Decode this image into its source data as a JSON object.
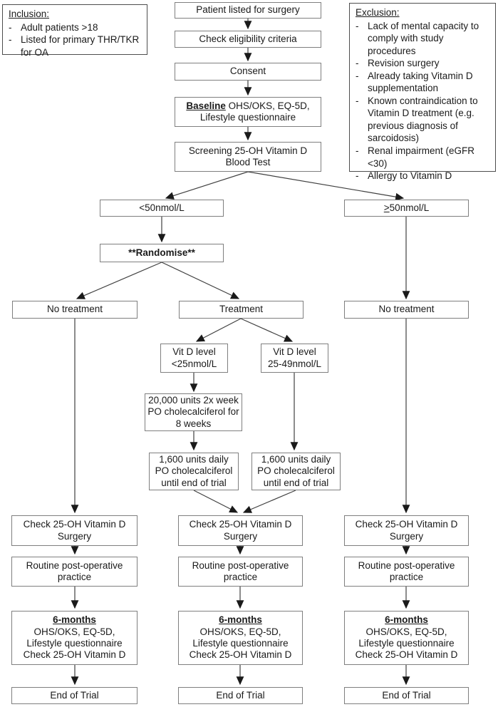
{
  "inclusion": {
    "title": "Inclusion:",
    "dash": "-",
    "items": [
      "Adult patients >18",
      "Listed for primary THR/TKR for OA"
    ]
  },
  "exclusion": {
    "title": "Exclusion:",
    "dash": "-",
    "items": [
      "Lack of mental capacity to comply with study procedures",
      "Revision surgery",
      "Already taking Vitamin D supplementation",
      "Known contraindication to Vitamin D treatment (e.g. previous diagnosis of sarcoidosis)",
      "Renal impairment (eGFR <30)",
      "Allergy to Vitamin D"
    ]
  },
  "flow": {
    "patient_listed": "Patient listed for surgery",
    "check_eligibility": "Check eligibility criteria",
    "consent": "Consent",
    "baseline": {
      "title": "Baseline",
      "rest": " OHS/OKS, EQ-5D,",
      "line2": "Lifestyle questionnaire"
    },
    "screening": {
      "line1": "Screening 25-OH Vitamin D",
      "line2": "Blood Test"
    },
    "below_50": "<50nmol/L",
    "above_50": {
      "prefix": ">",
      "rest": "50nmol/L"
    },
    "randomise": "**Randomise**",
    "no_treatment_left": "No treatment",
    "treatment": "Treatment",
    "no_treatment_right": "No treatment",
    "vitd_below_25": {
      "line1": "Vit D level",
      "line2": "<25nmol/L"
    },
    "vitd_25_49": {
      "line1": "Vit D level",
      "line2": "25-49nmol/L"
    },
    "loading_dose": {
      "line1": "20,000 units 2x week",
      "line2": "PO cholecalciferol for",
      "line3": "8 weeks"
    },
    "maintenance_dose": {
      "line1": "1,600 units daily",
      "line2": "PO cholecalciferol",
      "line3": "until end of trial"
    }
  },
  "outcomes": {
    "check": {
      "line1": "Check 25-OH Vitamin D",
      "line2": "Surgery"
    },
    "routine": {
      "line1": "Routine post-operative",
      "line2": "practice"
    },
    "six_months": {
      "title": "6-months",
      "line1": "OHS/OKS, EQ-5D,",
      "line2": "Lifestyle questionnaire",
      "line3": "Check 25-OH Vitamin D"
    },
    "end_of_trial": "End of Trial"
  },
  "colors": {
    "box_border": "#7f7f7f",
    "panel_border": "#4d4d4d",
    "line": "#404040",
    "arrowhead": "#1a1a1a",
    "text": "#1a1a1a",
    "background": "#ffffff"
  }
}
